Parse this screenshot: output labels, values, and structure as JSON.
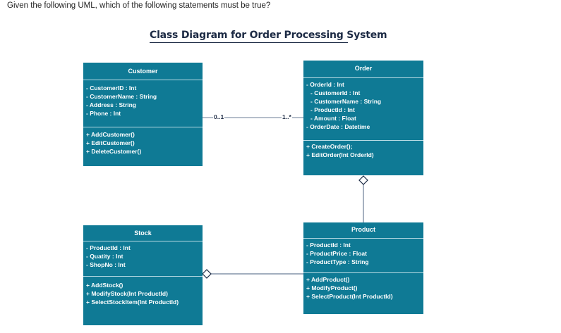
{
  "question": "Given the following UML, which of the following statements must be true?",
  "diagram_title": "Class Diagram for Order Processing System",
  "classes": {
    "customer": {
      "name": "Customer",
      "attributes": [
        "- CustomerID : Int",
        "- CustomerName : String",
        "- Address : String",
        "- Phone : Int"
      ],
      "methods": [
        "+ AddCustomer()",
        "+ EditCustomer()",
        "+ DeleteCustomer()"
      ]
    },
    "order": {
      "name": "Order",
      "attributes": [
        "- OrderId : Int",
        "- CustomerId : Int",
        "- CustomerName : String",
        "- ProductId : Int",
        "- Amount : Float",
        "- OrderDate : Datetime"
      ],
      "methods": [
        "+ CreateOrder();",
        "+ EditOrder(Int OrderId)"
      ]
    },
    "stock": {
      "name": "Stock",
      "attributes": [
        "- ProductId : Int",
        "- Quatity : Int",
        "- ShopNo : Int"
      ],
      "methods": [
        "+ AddStock()",
        "+ ModifyStock(Int ProductId)",
        "+ SelectStockItem(Int ProductId)"
      ]
    },
    "product": {
      "name": "Product",
      "attributes": [
        "- ProductId : Int",
        "- ProductPrice : Float",
        "- ProductType : String"
      ],
      "methods": [
        "+ AddProduct()",
        "+ ModifyProduct()",
        "+ SelectProduct(Int ProductId)"
      ]
    }
  },
  "relationships": {
    "customer_order": {
      "customer_end": "0..1",
      "order_end": "1..*"
    }
  },
  "colors": {
    "class_fill": "#0f7a95",
    "class_text": "#ffffff",
    "connector": "#6b7d96",
    "title": "#1c2a44"
  }
}
